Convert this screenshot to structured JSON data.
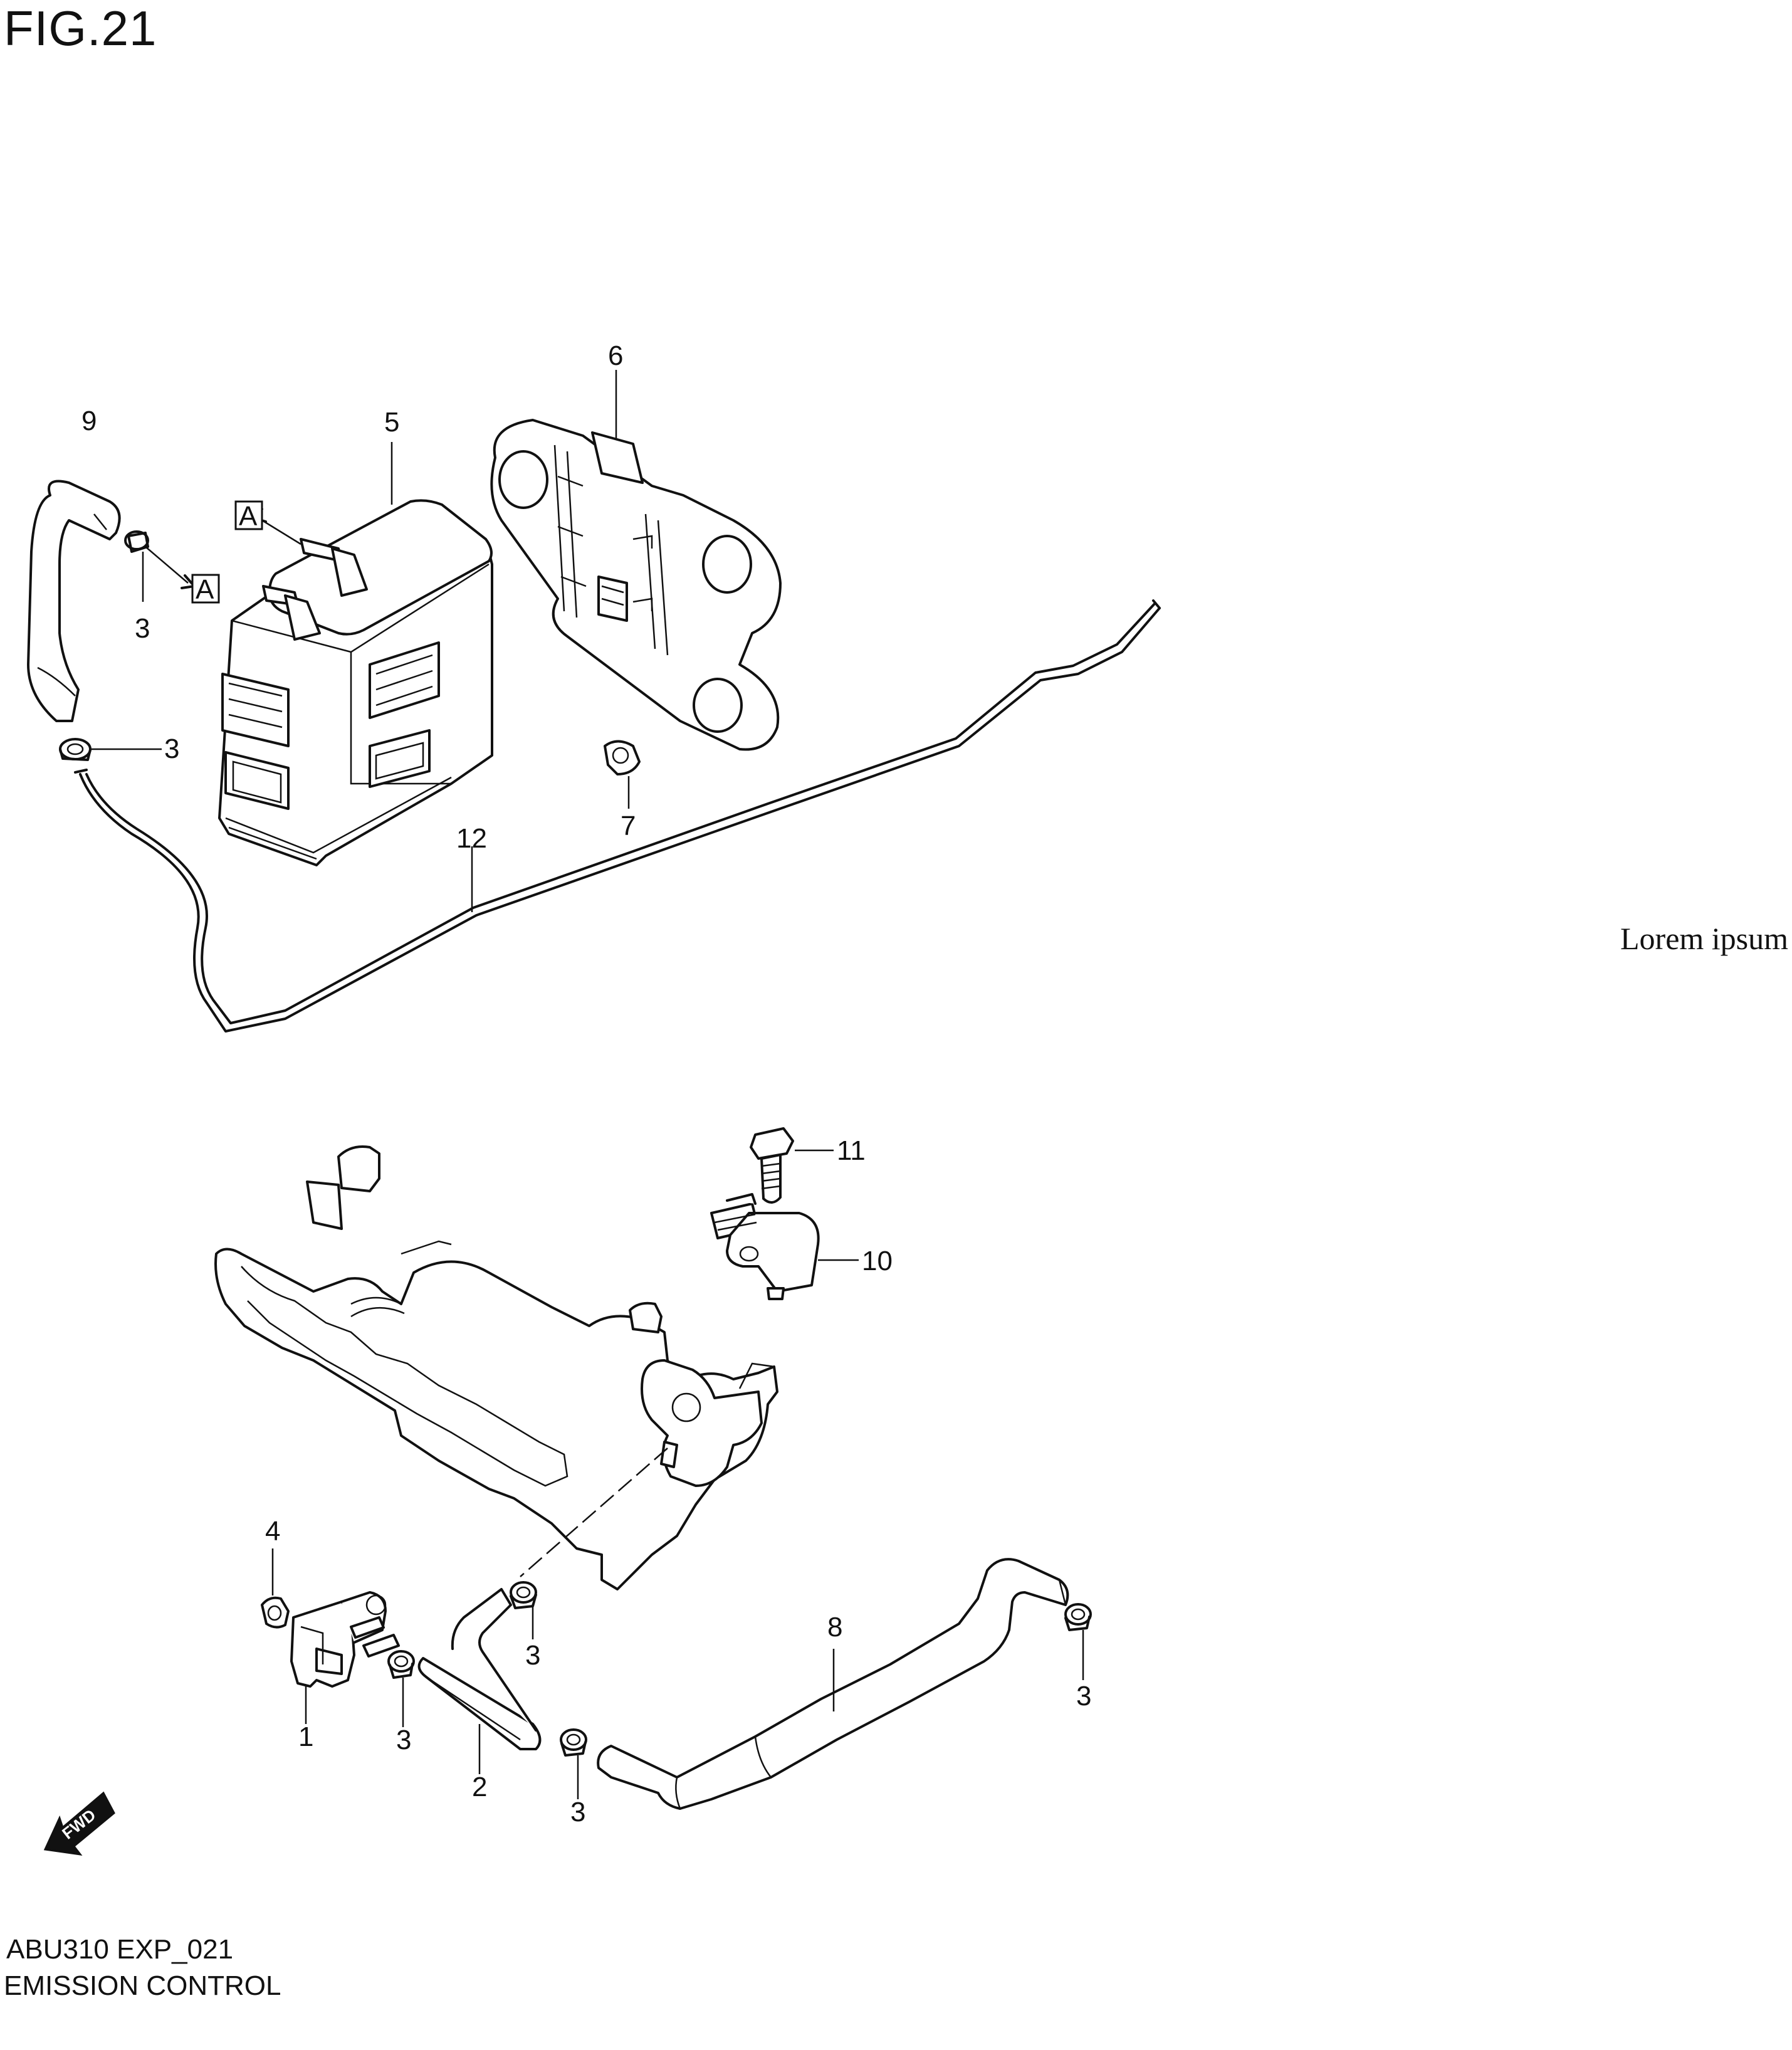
{
  "figure": {
    "title": "FIG.21",
    "code": "ABU310 EXP_021",
    "name": "EMISSION CONTROL",
    "side_note": "Lorem ipsum"
  },
  "callouts": {
    "c1": "1",
    "c2": "2",
    "c3": "3",
    "c4": "4",
    "c5": "5",
    "c6": "6",
    "c7": "7",
    "c8": "8",
    "c9": "9",
    "c10": "10",
    "c11": "11",
    "c12": "12"
  },
  "reference_marks": {
    "a": "A"
  },
  "direction_badge": "FWD"
}
